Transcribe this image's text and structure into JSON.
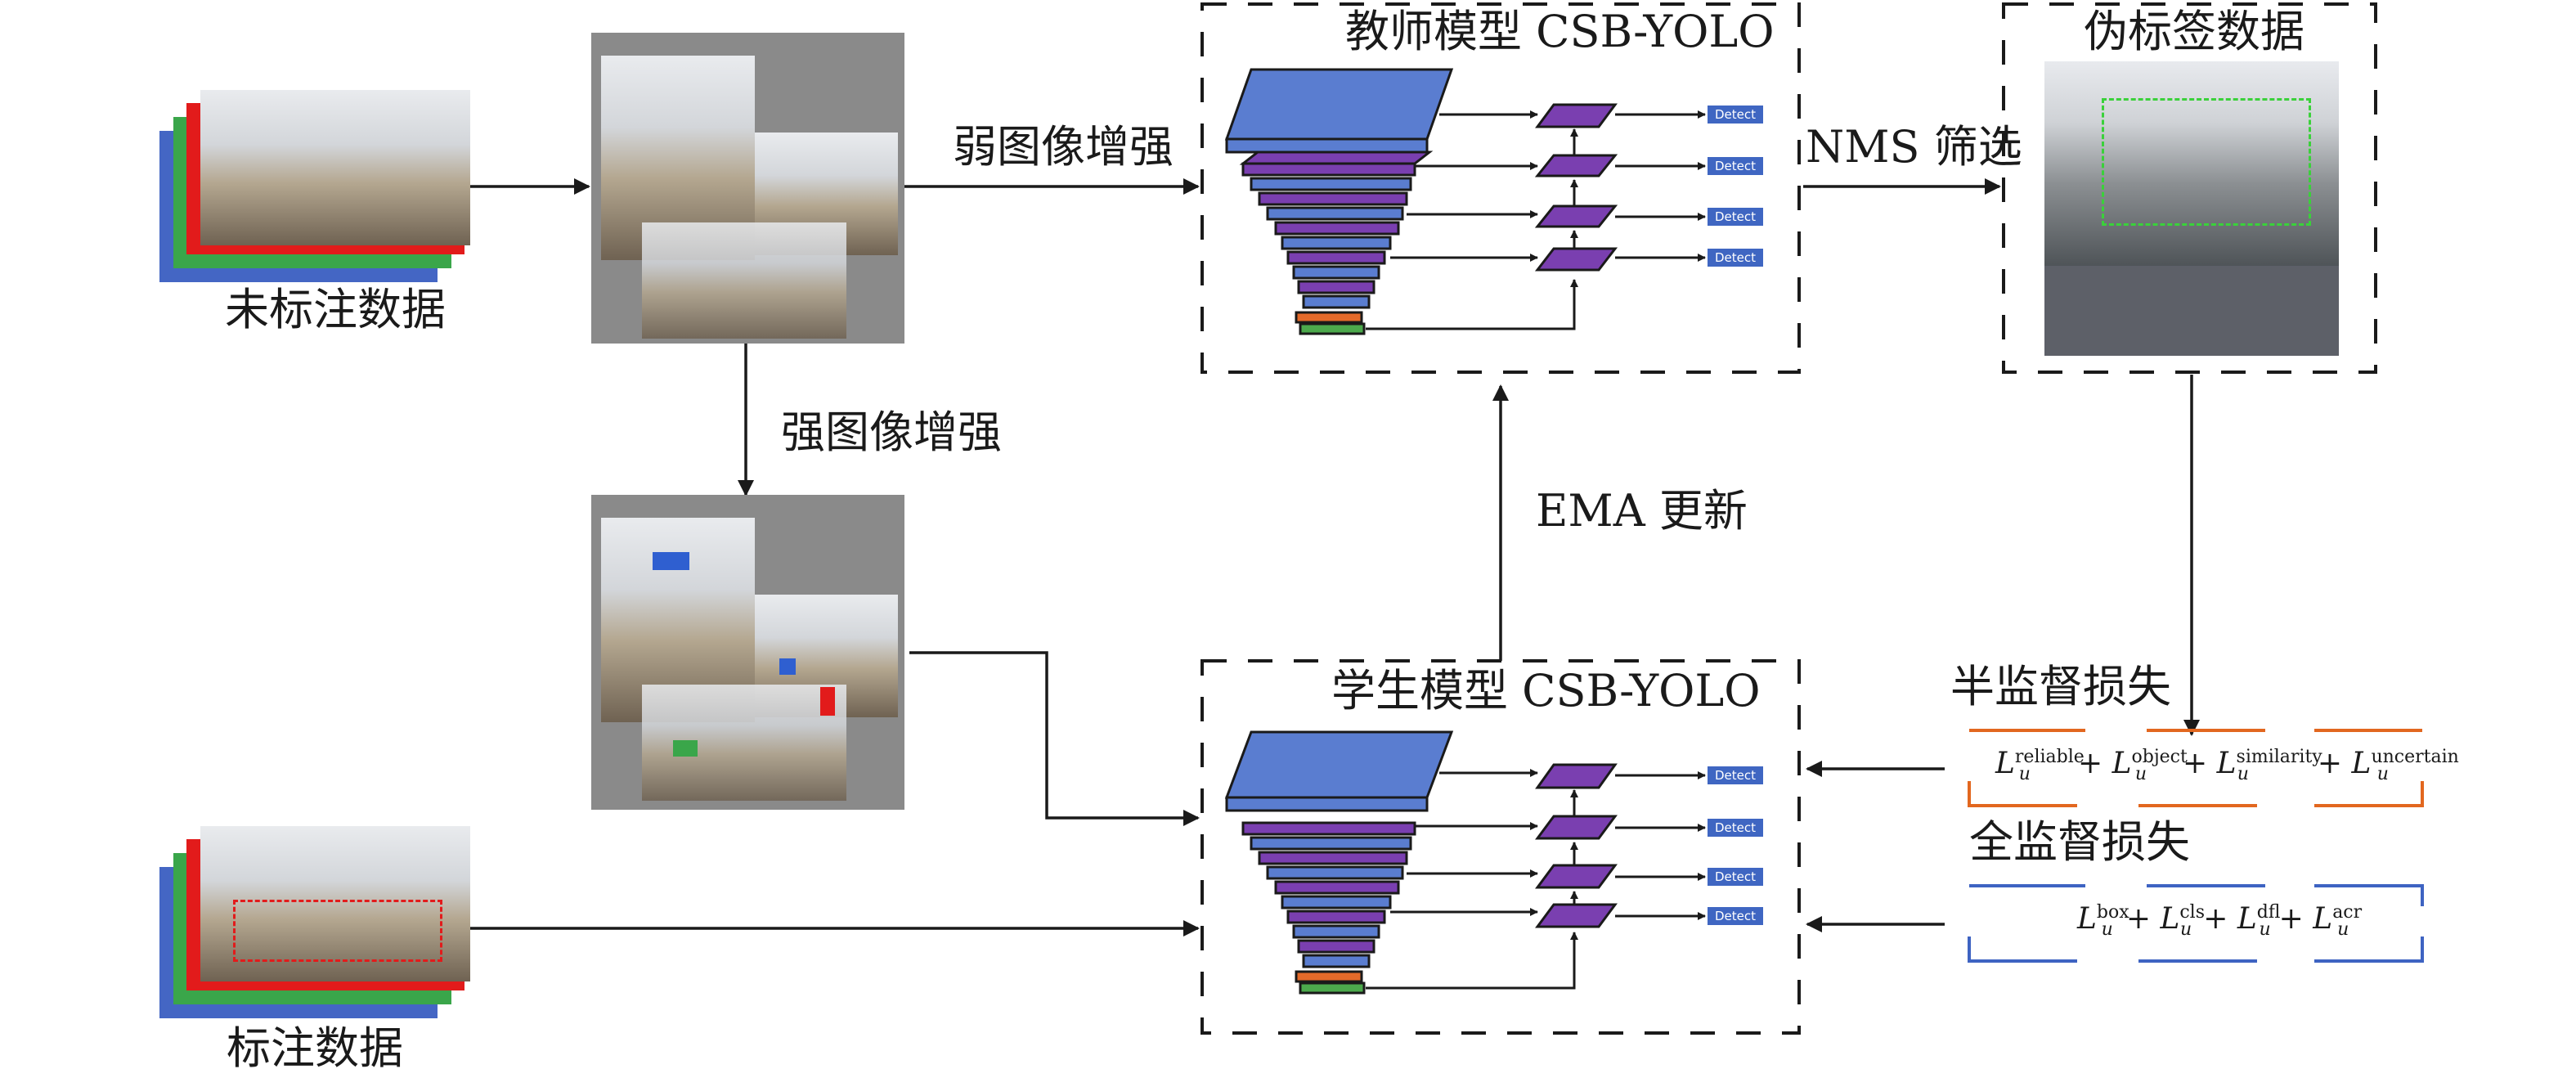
{
  "labels": {
    "unlabeled": "未标注数据",
    "labeled": "标注数据",
    "weak_aug": "弱图像增强",
    "strong_aug": "强图像增强",
    "teacher": "教师模型 CSB-YOLO",
    "student": "学生模型 CSB-YOLO",
    "nms": "NMS 筛选",
    "pseudo": "伪标签数据",
    "ema": "EMA 更新",
    "semi_loss": "半监督损失",
    "full_loss": "全监督损失",
    "detect": "Detect"
  },
  "semi_loss_terms": [
    {
      "base": "L",
      "sup": "reliable",
      "sub": "u"
    },
    {
      "base": "L",
      "sup": "object",
      "sub": "u"
    },
    {
      "base": "L",
      "sup": "similarity",
      "sub": "u"
    },
    {
      "base": "L",
      "sup": "uncertain",
      "sub": "u"
    }
  ],
  "full_loss_terms": [
    {
      "base": "L",
      "sup": "box",
      "sub": "u"
    },
    {
      "base": "L",
      "sup": "cls",
      "sub": "u"
    },
    {
      "base": "L",
      "sup": "dfl",
      "sub": "u"
    },
    {
      "base": "L",
      "sup": "acr",
      "sub": "u"
    }
  ],
  "plus": "+",
  "colors": {
    "stack_blue": "#4f72c4",
    "stack_purple": "#7a3fb0",
    "detect_fill": "#3f66c2",
    "semi_border": "#e2671f",
    "full_border": "#3e63c2",
    "pseudo_box": "#3ad13a",
    "gt_box": "#e21b1b"
  }
}
